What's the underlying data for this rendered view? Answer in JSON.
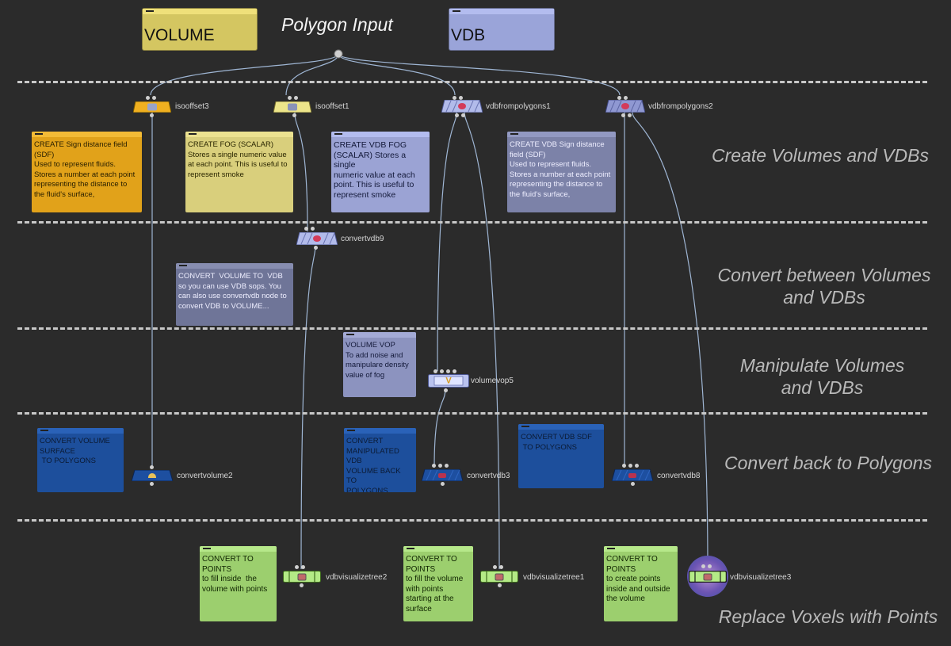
{
  "graph": {
    "title": "Polygon Input",
    "title_boxes": [
      {
        "id": "volume",
        "label": "VOLUME",
        "color": "#d4c661"
      },
      {
        "id": "vdb",
        "label": "VDB",
        "color": "#9aa4d9"
      }
    ]
  },
  "sections": [
    {
      "id": "create",
      "label": "Create Volumes and VDBs"
    },
    {
      "id": "convert",
      "label": "Convert between Volumes\nand VDBs"
    },
    {
      "id": "manipulate",
      "label": "Manipulate Volumes\nand VDBs"
    },
    {
      "id": "convert-back",
      "label": "Convert back to Polygons"
    },
    {
      "id": "replace",
      "label": "Replace Voxels with Points"
    }
  ],
  "nodes": [
    {
      "id": "isooffset3",
      "label": "isooffset3",
      "color": "#f0b020",
      "icon": "volume-icon"
    },
    {
      "id": "isooffset1",
      "label": "isooffset1",
      "color": "#ede58a",
      "icon": "volume-icon"
    },
    {
      "id": "vdbfrompolygons1",
      "label": "vdbfrompolygons1",
      "color": "#b2bbea",
      "icon": "vdb-icon"
    },
    {
      "id": "vdbfrompolygons2",
      "label": "vdbfrompolygons2",
      "color": "#8f98d2",
      "icon": "vdb-icon"
    },
    {
      "id": "convertvdb9",
      "label": "convertvdb9",
      "color": "#b2bbea",
      "icon": "vdb-icon"
    },
    {
      "id": "volumevop5",
      "label": "volumevop5",
      "color": "#b9c2ee",
      "icon": "vop-icon"
    },
    {
      "id": "convertvolume2",
      "label": "convertvolume2",
      "color": "#1d4fa0",
      "icon": "convert-volume-icon"
    },
    {
      "id": "convertvdb3",
      "label": "convertvdb3",
      "color": "#1d4fa0",
      "icon": "vdb-icon"
    },
    {
      "id": "convertvdb8",
      "label": "convertvdb8",
      "color": "#1d4fa0",
      "icon": "vdb-icon"
    },
    {
      "id": "vdbvisualizetree2",
      "label": "vdbvisualizetree2",
      "color": "#b4ea86",
      "icon": "vdb-icon"
    },
    {
      "id": "vdbvisualizetree1",
      "label": "vdbvisualizetree1",
      "color": "#b4ea86",
      "icon": "vdb-icon"
    },
    {
      "id": "vdbvisualizetree3",
      "label": "vdbvisualizetree3",
      "color": "#b4ea86",
      "icon": "vdb-icon",
      "selected": true
    }
  ],
  "notes": [
    {
      "id": "note-sdf-volume",
      "text": "CREATE Sign distance field\n(SDF)\nUsed to represent fluids.\nStores a number at each point\nrepresenting the distance to\nthe fluid's surface,",
      "color": "#e1a21a",
      "text_color": "#2a2000"
    },
    {
      "id": "note-fog",
      "text": "CREATE FOG (SCALAR)\nStores a single numeric value\nat each point. This is useful to\nrepresent smoke",
      "color": "#d9cf7c",
      "text_color": "#2a2600"
    },
    {
      "id": "note-vdb-fog",
      "text": "CREATE VDB FOG\n(SCALAR) Stores a single\nnumeric value at each\npoint. This is useful to\nrepresent smoke",
      "color": "#9ba3d4",
      "text_color": "#141a3a"
    },
    {
      "id": "note-vdb-sdf",
      "text": "CREATE VDB Sign distance\nfield (SDF)\nUsed to represent fluids.\nStores a number at each point\nrepresenting the distance to\nthe fluid's surface,",
      "color": "#7c82a8",
      "text_color": "#eeeeff"
    },
    {
      "id": "note-convert-volume-vdb",
      "text": "CONVERT  VOLUME TO  VDB\nso you can use VDB sops. You\ncan also use convertvdb node to\nconvert VDB to VOLUME...",
      "color": "#6f7598",
      "text_color": "#eeeeff"
    },
    {
      "id": "note-volume-vop",
      "text": "VOLUME VOP\nTo add noise and\nmanipulare density\nvalue of fog",
      "color": "#8c93bf",
      "text_color": "#141a3a"
    },
    {
      "id": "note-convert-volume-surface",
      "text": "CONVERT VOLUME\nSURFACE\n TO POLYGONS",
      "color": "#1d4f9c",
      "text_color": "#0b1a33"
    },
    {
      "id": "note-convert-manipulated",
      "text": "CONVERT\nMANIPULATED VDB\nVOLUME BACK  TO\nPOLYGONS",
      "color": "#1d4f9c",
      "text_color": "#0b1a33"
    },
    {
      "id": "note-convert-vdb-sdf",
      "text": "CONVERT VDB SDF\n TO POLYGONS",
      "color": "#1d4f9c",
      "text_color": "#0b1a33"
    },
    {
      "id": "note-points-inside",
      "text": "CONVERT TO\nPOINTS\nto fill inside  the\nvolume with points",
      "color": "#9ccf6e",
      "text_color": "#0f2400"
    },
    {
      "id": "note-points-surface",
      "text": "CONVERT TO\nPOINTS\nto fill the volume\nwith points\nstarting at the\nsurface",
      "color": "#9ccf6e",
      "text_color": "#0f2400"
    },
    {
      "id": "note-points-outside",
      "text": "CONVERT TO\nPOINTS\nto create points\ninside and outside\nthe volume",
      "color": "#9ccf6e",
      "text_color": "#0f2400"
    }
  ],
  "colors": {
    "background": "#2b2b2b",
    "wire": "#9fb6d4",
    "divider": "#c8c8c8"
  }
}
